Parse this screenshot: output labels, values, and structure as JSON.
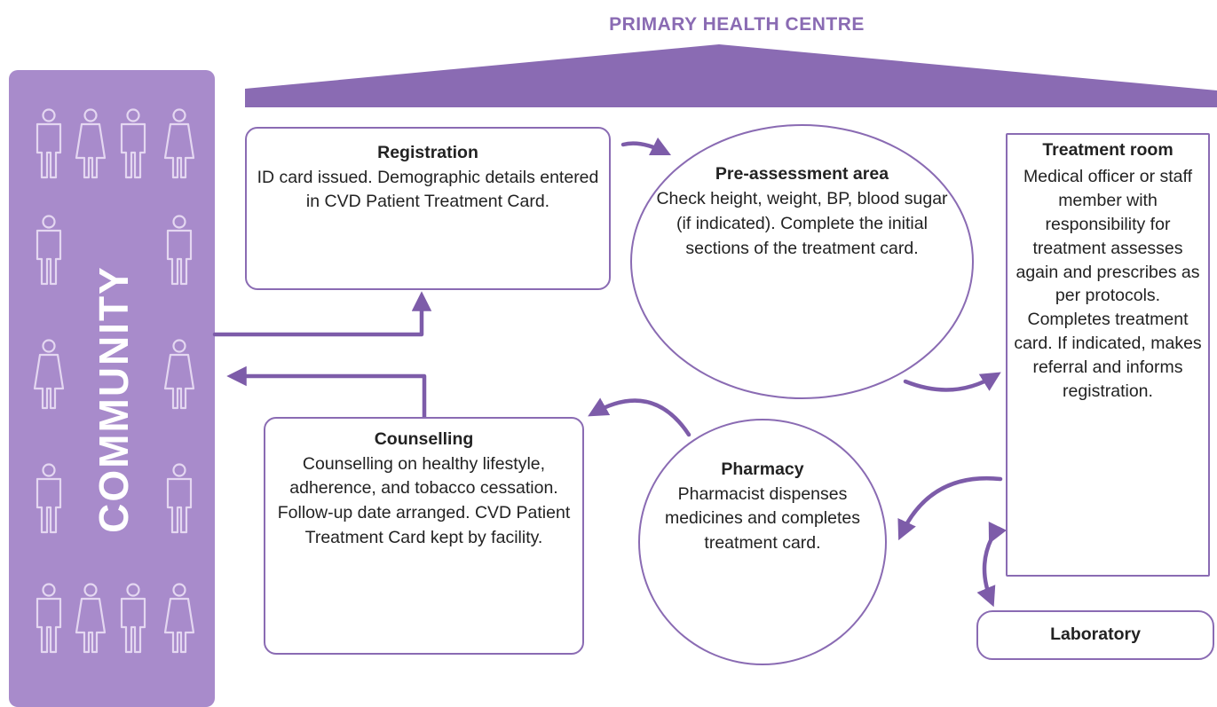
{
  "title": "PRIMARY HEALTH CENTRE",
  "community": {
    "label": "COMMUNITY"
  },
  "colors": {
    "accent": "#8a6bb3",
    "panel": "#a88bcb",
    "figure": "#e4d7f1",
    "arrow": "#7d5ca9"
  },
  "nodes": {
    "registration": {
      "heading": "Registration",
      "body": "ID card issued. Demographic details entered in CVD Patient Treatment Card."
    },
    "preassessment": {
      "heading": "Pre-assessment area",
      "body": "Check height, weight, BP, blood sugar (if indicated). Complete the initial sections of the treatment card."
    },
    "treatment": {
      "heading": "Treatment room",
      "body": "Medical officer or staff member with responsibility for treatment assesses again and prescribes as per protocols. Completes treatment card. If indicated, makes referral and informs registration."
    },
    "laboratory": {
      "heading": "Laboratory"
    },
    "pharmacy": {
      "heading": "Pharmacy",
      "body": "Pharmacist dispenses medicines and completes treatment card."
    },
    "counselling": {
      "heading": "Counselling",
      "body": "Counselling on healthy lifestyle, adherence, and tobacco cessation. Follow-up date arranged. CVD Patient Treatment Card kept by facility."
    }
  },
  "people_icons": "person-icon, male and female figures"
}
